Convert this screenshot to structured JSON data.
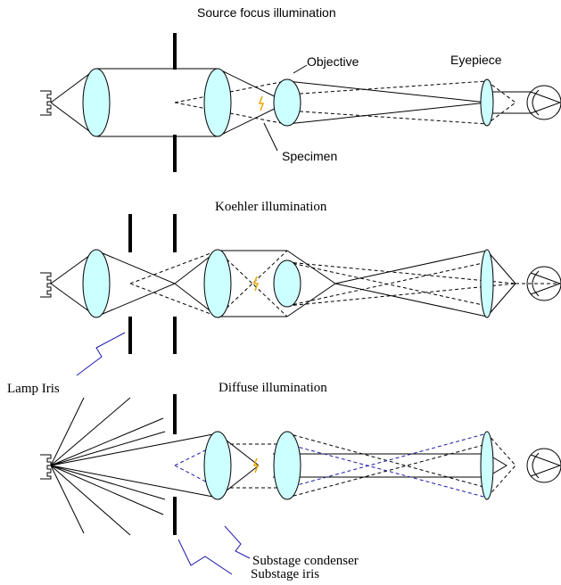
{
  "titles": {
    "source_focus": "Source focus illumination",
    "koehler": "Koehler illumination",
    "diffuse": "Diffuse illumination"
  },
  "labels": {
    "objective": "Objective",
    "eyepiece": "Eyepiece",
    "specimen": "Specimen",
    "lamp_iris": "Lamp Iris",
    "substage_condenser": "Substage condenser",
    "substage_iris": "Substage iris"
  },
  "colors": {
    "lens_fill": "#ccffff",
    "specimen": "#e8a800",
    "annotation_blue": "#1a1aa8"
  }
}
